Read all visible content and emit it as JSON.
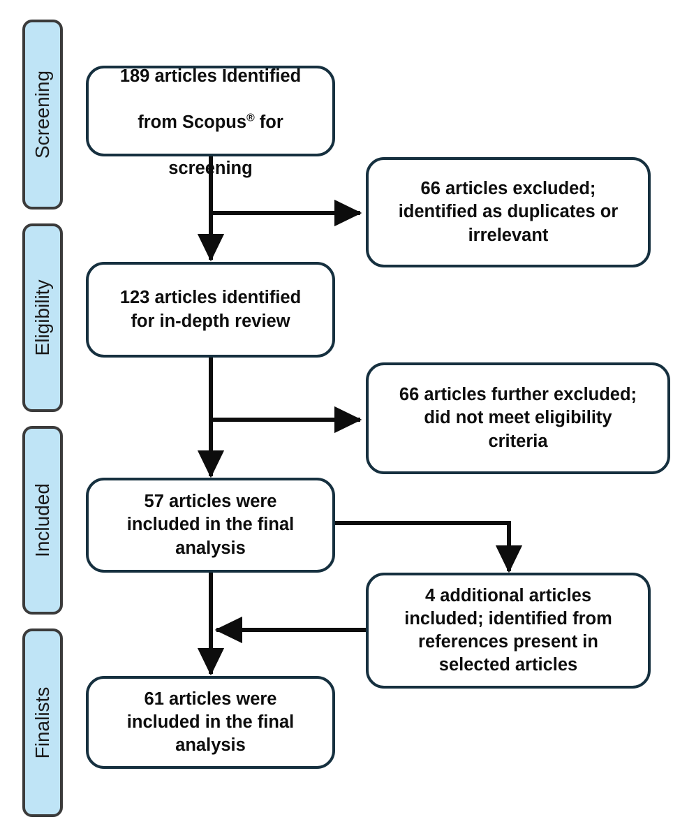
{
  "diagram": {
    "title": "PRISMA article selection flowchart",
    "colors": {
      "tab_fill": "#bfe4f6",
      "tab_border": "#3b3b3b",
      "box_border": "#16303f",
      "box_fill": "#ffffff",
      "connector": "#0d0d0d",
      "text": "#0d0d0d",
      "background": "#ffffff"
    },
    "stages": [
      {
        "id": "screening",
        "label": "Screening"
      },
      {
        "id": "eligibility",
        "label": "Eligibility"
      },
      {
        "id": "included",
        "label": "Included"
      },
      {
        "id": "finalists",
        "label": "Finalists"
      }
    ],
    "nodes": {
      "identified": {
        "count": 189,
        "line1": "189 articles Identified",
        "line2": "from Scopus",
        "superscript": "®",
        "line3": " for",
        "line4": "screening"
      },
      "excluded_duplicates": {
        "count": 66,
        "text": "66 articles excluded;\nidentified as duplicates or\nirrelevant"
      },
      "in_depth": {
        "count": 123,
        "text": "123 articles identified\nfor in-depth review"
      },
      "excluded_eligibility": {
        "count": 66,
        "text": "66 articles further excluded;\ndid not meet eligibility\ncriteria"
      },
      "included_final": {
        "count": 57,
        "text": "57 articles were\nincluded in the final\nanalysis"
      },
      "additional_refs": {
        "count": 4,
        "text": "4 additional articles\nincluded; identified from\nreferences present in\nselected articles"
      },
      "final_total": {
        "count": 61,
        "text": "61 articles were\nincluded in the final\nanalysis"
      }
    },
    "edges": [
      {
        "id": "identified-to-indepth",
        "from": "identified",
        "to": "in_depth",
        "type": "vertical-arrow"
      },
      {
        "id": "identified-to-excluded",
        "from": "identified",
        "to": "excluded_duplicates",
        "type": "branch-right-arrow"
      },
      {
        "id": "indepth-to-included",
        "from": "in_depth",
        "to": "included_final",
        "type": "vertical-arrow"
      },
      {
        "id": "indepth-to-excluded2",
        "from": "in_depth",
        "to": "excluded_eligibility",
        "type": "branch-right-arrow"
      },
      {
        "id": "included-to-additional",
        "from": "included_final",
        "to": "additional_refs",
        "type": "elbow-right-down-arrow"
      },
      {
        "id": "additional-to-trunk",
        "from": "additional_refs",
        "to": "final_total",
        "type": "arrow-left"
      },
      {
        "id": "included-to-final",
        "from": "included_final",
        "to": "final_total",
        "type": "vertical-arrow"
      }
    ]
  }
}
